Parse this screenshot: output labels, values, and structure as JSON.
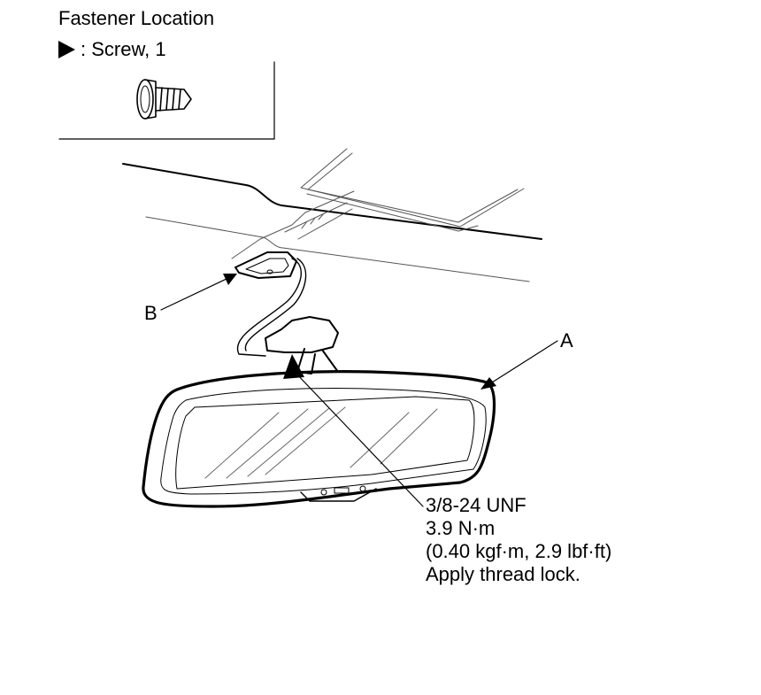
{
  "title": "Fastener Location",
  "legend": {
    "symbol": "arrow-pointer-icon",
    "text": ": Screw, 1"
  },
  "callouts": {
    "a": "A",
    "b": "B"
  },
  "spec": {
    "line1": "3/8-24 UNF",
    "line2": "3.9 N·m",
    "line3": "(0.40 kgf·m, 2.9 lbf·ft)",
    "line4": "Apply thread lock."
  }
}
